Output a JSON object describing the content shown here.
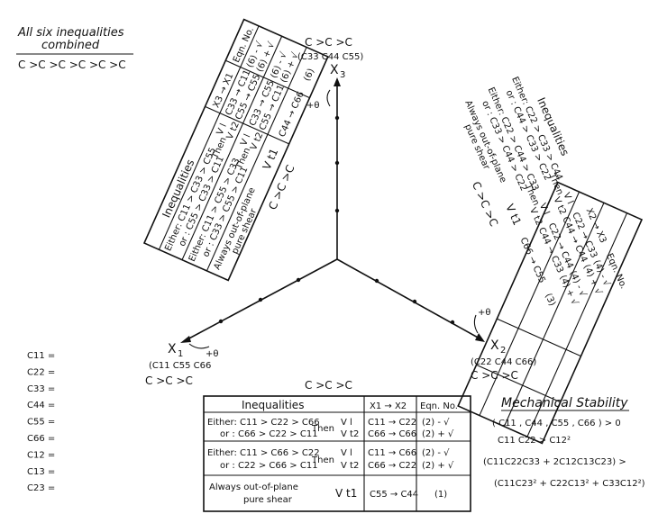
{
  "corner": {
    "title_line1": "All six inequalities",
    "title_line2": "combined",
    "chain": "C >C >C >C >C >C"
  },
  "axes": {
    "x3": {
      "label": "X",
      "sub": "3",
      "group": "(C33 C44 C55)",
      "chain": "C >C >C",
      "theta": "+θ"
    },
    "x1": {
      "label": "X",
      "sub": "1",
      "group": "(C11 C55 C66",
      "chain": "C >C >C",
      "theta": "+θ"
    },
    "x2": {
      "label": "X",
      "sub": "2",
      "group": "(C22 C44 C66)",
      "chain": "C >C >C",
      "theta": "+θ"
    }
  },
  "constants": [
    "C11 =",
    "C22 =",
    "C33 =",
    "C44 =",
    "C55 =",
    "C66 =",
    "C12 =",
    "C13 =",
    "C23 ="
  ],
  "bottom_table": {
    "headers": [
      "Inequalities",
      "X1 → X2",
      "Eqn. No."
    ],
    "rows": [
      {
        "either": "Either: C11 > C22 > C66",
        "or": "or : C66 > C22 > C11",
        "then": "Then",
        "modes": [
          "V l",
          "V t2"
        ],
        "trans": [
          "C11 → C22",
          "C66 → C66"
        ],
        "eqn": [
          "(2) - √",
          "(2) + √"
        ]
      },
      {
        "either": "Either: C11 > C66 > C22",
        "or": "or : C22 > C66 > C11",
        "then": "Then",
        "modes": [
          "V l",
          "V t2"
        ],
        "trans": [
          "C11 → C66",
          "C66 → C22"
        ],
        "eqn": [
          "(2) - √",
          "(2) + √"
        ]
      },
      {
        "either": "Always out-of-plane",
        "or": "pure shear",
        "then": "",
        "modes": [
          "V t1"
        ],
        "trans": [
          "C55 → C44"
        ],
        "eqn": [
          "(1)"
        ]
      }
    ]
  },
  "left_table": {
    "headers": [
      "Inequalities",
      "X3 → X1",
      "Eqn. No."
    ],
    "rows": [
      {
        "either": "Either: C11 > C33 > C55",
        "or": "or : C55 > C33 > C11",
        "then": "Then",
        "modes": [
          "V l",
          "V t2"
        ],
        "trans": [
          "C33 → C11",
          "C55 → C55"
        ],
        "eqn": [
          "(6) - √",
          "(6) + √"
        ]
      },
      {
        "either": "Either: C11 > C55 > C33",
        "or": "or : C33 > C55 > C11",
        "then": "Then",
        "modes": [
          "V l",
          "V t2"
        ],
        "trans": [
          "C33 → C55",
          "C55 → C11"
        ],
        "eqn": [
          "(6) - √",
          "(6) + √"
        ]
      },
      {
        "either": "Always out-of-plane",
        "or": "pure shear",
        "then": "",
        "modes": [
          "V t1"
        ],
        "trans": [
          "C44 → C66"
        ],
        "eqn": [
          "(6)"
        ]
      }
    ],
    "chain": "C >C >C"
  },
  "right_table": {
    "headers": [
      "Inequalities",
      "X2 → X3",
      "Eqn. No."
    ],
    "rows": [
      {
        "either": "Either: C22 > C33 > C44",
        "or": "or : C44 > C33 > C22",
        "then": "Then",
        "modes": [
          "V l",
          "V t2"
        ],
        "trans": [
          "C22 → C33",
          "C44 → C44"
        ],
        "eqn": [
          "(4) - √",
          "(4) + √"
        ]
      },
      {
        "either": "Either: C22 > C44 > C33",
        "or": "or : C33 > C44 > C22",
        "then": "Then",
        "modes": [
          "V l",
          "V t2"
        ],
        "trans": [
          "C22 → C44",
          "C44 → C33"
        ],
        "eqn": [
          "(4) - √",
          "(4) + √"
        ]
      },
      {
        "either": "Always out-of-plane",
        "or": "pure shear",
        "then": "",
        "modes": [
          "V t1"
        ],
        "trans": [
          "C66 → C55"
        ],
        "eqn": [
          "(3)"
        ]
      }
    ],
    "chain": "C >C >C"
  },
  "stability": {
    "title": "Mechanical Stability",
    "lines": [
      "( C11 , C44 , C55 , C66 ) > 0",
      "C11 C22 > C12²",
      "(C11C22C33 + 2C12C13C23) >",
      "(C11C23² + C22C13² + C33C12²)"
    ]
  }
}
